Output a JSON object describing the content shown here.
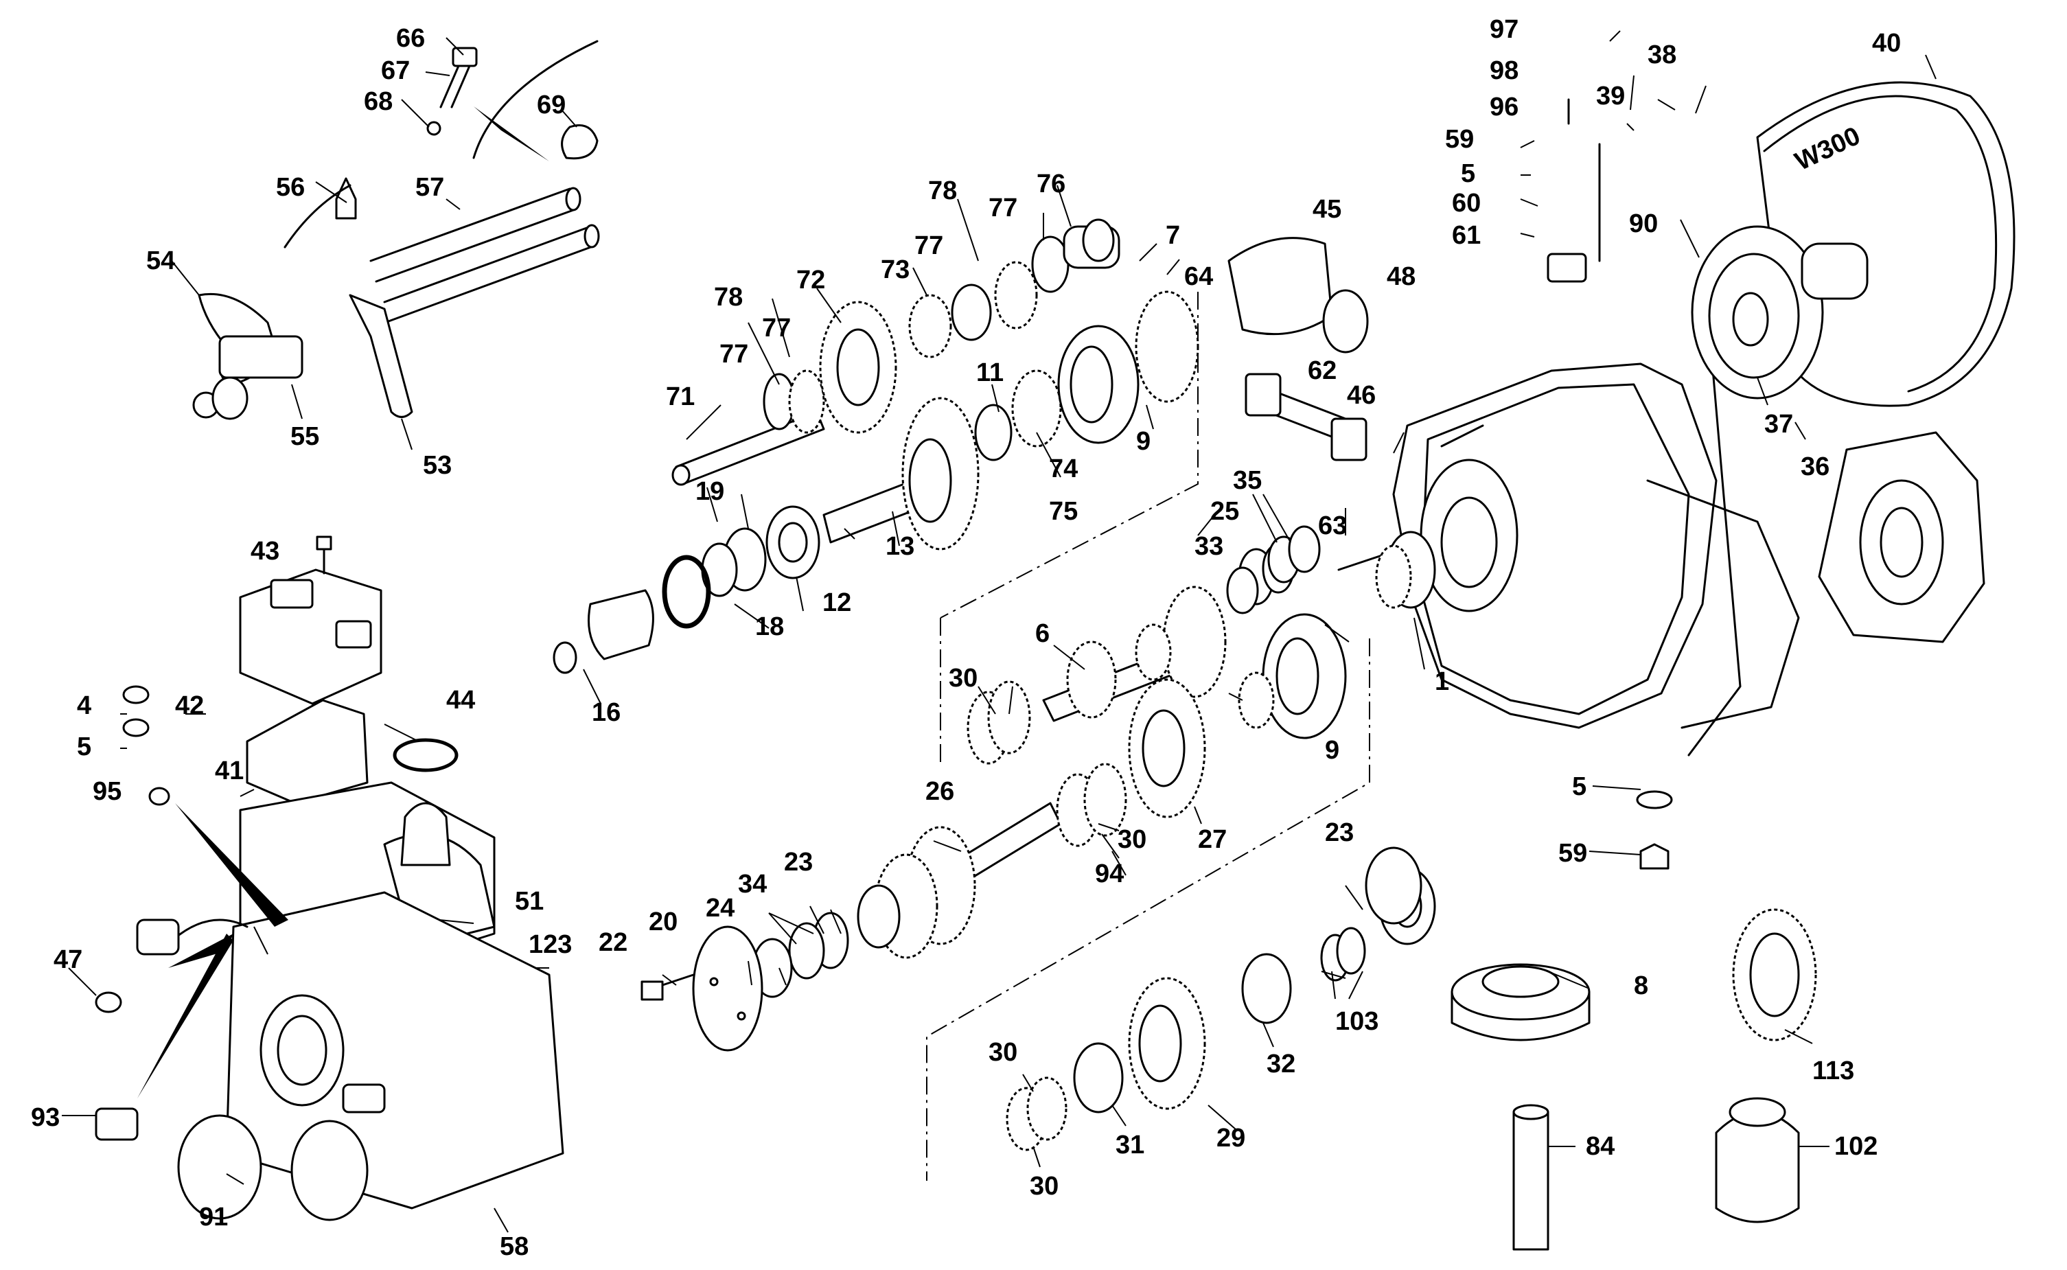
{
  "labels": {
    "p1": "1",
    "p4": "4",
    "p5a": "5",
    "p5b": "5",
    "p5c": "5",
    "p6": "6",
    "p7": "7",
    "p8": "8",
    "p9a": "9",
    "p9b": "9",
    "p11": "11",
    "p12": "12",
    "p13": "13",
    "p16": "16",
    "p18": "18",
    "p19": "19",
    "p20": "20",
    "p22": "22",
    "p23a": "23",
    "p23b": "23",
    "p24": "24",
    "p25": "25",
    "p26": "26",
    "p27": "27",
    "p29": "29",
    "p30a": "30",
    "p30b": "30",
    "p30c": "30",
    "p30d": "30",
    "p31": "31",
    "p32": "32",
    "p33": "33",
    "p34": "34",
    "p35": "35",
    "p36": "36",
    "p37": "37",
    "p38": "38",
    "p39": "39",
    "p40": "40",
    "p41": "41",
    "p42": "42",
    "p43": "43",
    "p44": "44",
    "p45": "45",
    "p46": "46",
    "p47": "47",
    "p48": "48",
    "p51": "51",
    "p53": "53",
    "p54": "54",
    "p55": "55",
    "p56": "56",
    "p57": "57",
    "p58": "58",
    "p59a": "59",
    "p59b": "59",
    "p60": "60",
    "p61": "61",
    "p62": "62",
    "p63": "63",
    "p64": "64",
    "p66": "66",
    "p67": "67",
    "p68": "68",
    "p69": "69",
    "p71": "71",
    "p72": "72",
    "p73": "73",
    "p74": "74",
    "p75": "75",
    "p76": "76",
    "p77a": "77",
    "p77b": "77",
    "p77c": "77",
    "p78a": "78",
    "p78b": "78",
    "p84": "84",
    "p90": "90",
    "p91": "91",
    "p93": "93",
    "p94": "94",
    "p95": "95",
    "p96": "96",
    "p97": "97",
    "p98": "98",
    "p102": "102",
    "p103": "103",
    "p113": "113",
    "p123": "123"
  },
  "housing_marking": "W300"
}
